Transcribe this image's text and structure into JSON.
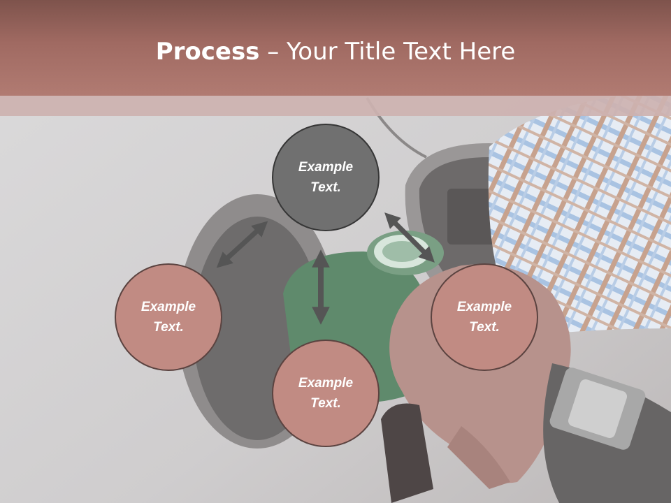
{
  "title": {
    "bold": "Process",
    "rest": " – Your Title Text Here"
  },
  "circles": {
    "top": "Example Text.",
    "left": "Example Text.",
    "right": "Example Text.",
    "bottom": "Example Text."
  },
  "colors": {
    "header": "#a06a62",
    "circle_fill": "#c18b83",
    "circle_top_fill": "#707070",
    "arrow": "#555555"
  }
}
